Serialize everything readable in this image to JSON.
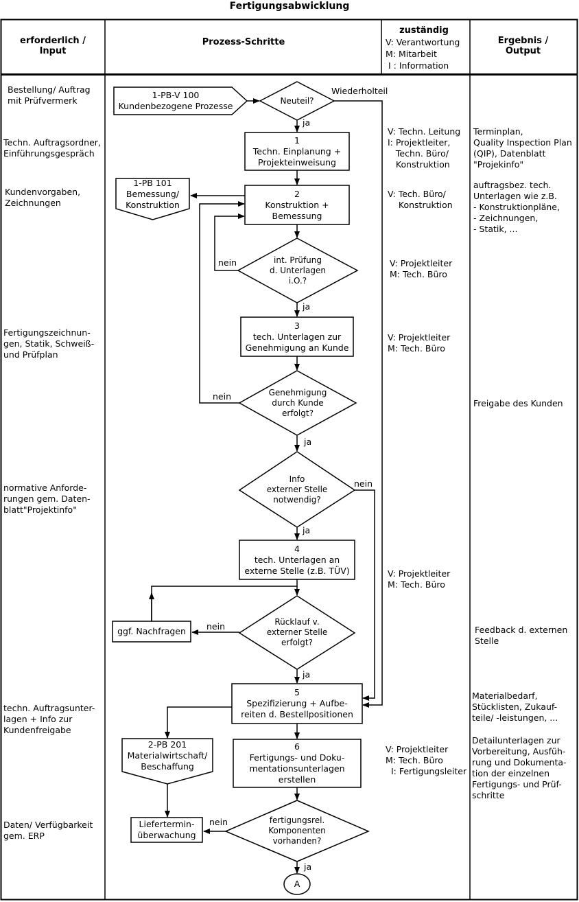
{
  "title": "Fertigungsabwicklung",
  "headers": {
    "input": [
      "erforderlich /",
      "Input"
    ],
    "process": "Prozess-Schritte",
    "zustaendig_title": "zuständig",
    "zustaendig_rows": [
      "V: Verantwortung",
      "M: Mitarbeit",
      " I : Information"
    ],
    "output": [
      "Ergebnis /",
      "Output"
    ]
  },
  "inputs": [
    [
      "Bestellung/ Auftrag",
      "mit Prüfvermerk"
    ],
    [
      "Techn. Auftragsordner,",
      "Einführungsgespräch"
    ],
    [
      "Kundenvorgaben,",
      "Zeichnungen"
    ],
    [
      "Fertigungszeichnun-",
      "gen, Statik, Schweiß-",
      "und Prüfplan"
    ],
    [
      "normative Anforde-",
      "rungen gem. Daten-",
      "blatt\"Projektinfo\""
    ],
    [
      "techn. Auftragsunter-",
      "lagen + Info zur",
      "Kundenfreigabe"
    ],
    [
      "Daten/ Verfügbarkeit",
      "gem. ERP"
    ]
  ],
  "responsibilities": [
    [
      "V: Techn. Leitung",
      "I: Projektleiter,",
      "   Techn. Büro/",
      "   Konstruktion"
    ],
    [
      "V: Tech. Büro/",
      "    Konstruktion"
    ],
    [
      "V: Projektleiter",
      "M: Tech. Büro"
    ],
    [
      "V: Projektleiter",
      "M: Tech. Büro"
    ],
    [
      "V: Projektleiter",
      "M: Tech. Büro"
    ],
    [
      "V: Projektleiter",
      "M: Tech. Büro",
      "  I: Fertigungsleiter"
    ]
  ],
  "outputs": [
    [
      "Terminplan,",
      "Quality Inspection Plan",
      "(QIP), Datenblatt",
      "\"Projekinfo\""
    ],
    [
      "auftragsbez. tech.",
      "Unterlagen wie z.B.",
      "- Konstruktionpläne,",
      "- Zeichnungen,",
      "- Statik, ..."
    ],
    [
      "Freigabe des Kunden"
    ],
    [
      "Feedback d. externen",
      "Stelle"
    ],
    [
      "Materialbedarf,",
      "Stücklisten, Zukauf-",
      "teile/ -leistungen, ..."
    ],
    [
      "Detailunterlagen zur",
      "Vorbereitung, Ausfüh-",
      "rung und Dokumenta-",
      "tion der einzelnen",
      "Fertigungs- und Prüf-",
      "schritte"
    ]
  ],
  "nodes": {
    "pbv100": [
      "1-PB-V 100",
      "Kundenbezogene Prozesse"
    ],
    "neuteil": [
      "Neuteil?"
    ],
    "step1": [
      "1",
      "Techn. Einplanung +",
      "Projekteinweisung"
    ],
    "pb101": [
      "1-PB 101",
      "Bemessung/",
      "Konstruktion"
    ],
    "step2": [
      "2",
      "Konstruktion +",
      "Bemessung"
    ],
    "intpruef": [
      "int. Prüfung",
      "d. Unterlagen",
      "i.O.?"
    ],
    "step3": [
      "3",
      "tech. Unterlagen zur",
      "Genehmigung an Kunde"
    ],
    "genehm": [
      "Genehmigung",
      "durch Kunde",
      "erfolgt?"
    ],
    "info": [
      "Info",
      "externer Stelle",
      "notwendig?"
    ],
    "step4": [
      "4",
      "tech. Unterlagen an",
      "externe Stelle (z.B. TÜV)"
    ],
    "nachfragen": [
      "ggf. Nachfragen"
    ],
    "ruecklauf": [
      "Rücklauf v.",
      "externer Stelle",
      "erfolgt?"
    ],
    "step5": [
      "5",
      "Spezifizierung + Aufbe-",
      "reiten d. Bestellpositionen"
    ],
    "pb201": [
      "2-PB 201",
      "Materialwirtschaft/",
      "Beschaffung"
    ],
    "step6": [
      "6",
      "Fertigungs- und Doku-",
      "mentationsunterlagen",
      "erstellen"
    ],
    "liefer": [
      "Liefertermin-",
      "überwachung"
    ],
    "fertkomp": [
      "fertigungsrel.",
      "Komponenten",
      "vorhanden?"
    ],
    "connector": "A"
  },
  "flow_labels": {
    "wiederholteil": "Wiederholteil",
    "ja1": "ja",
    "nein_int": "nein",
    "ja_int": "ja",
    "nein_gen": "nein",
    "ja_gen": "ja",
    "nein_info": "nein",
    "ja_info": "ja",
    "nein_rueck": "nein",
    "ja_rueck": "ja",
    "nein_fert": "nein",
    "ja_fert": "ja"
  }
}
